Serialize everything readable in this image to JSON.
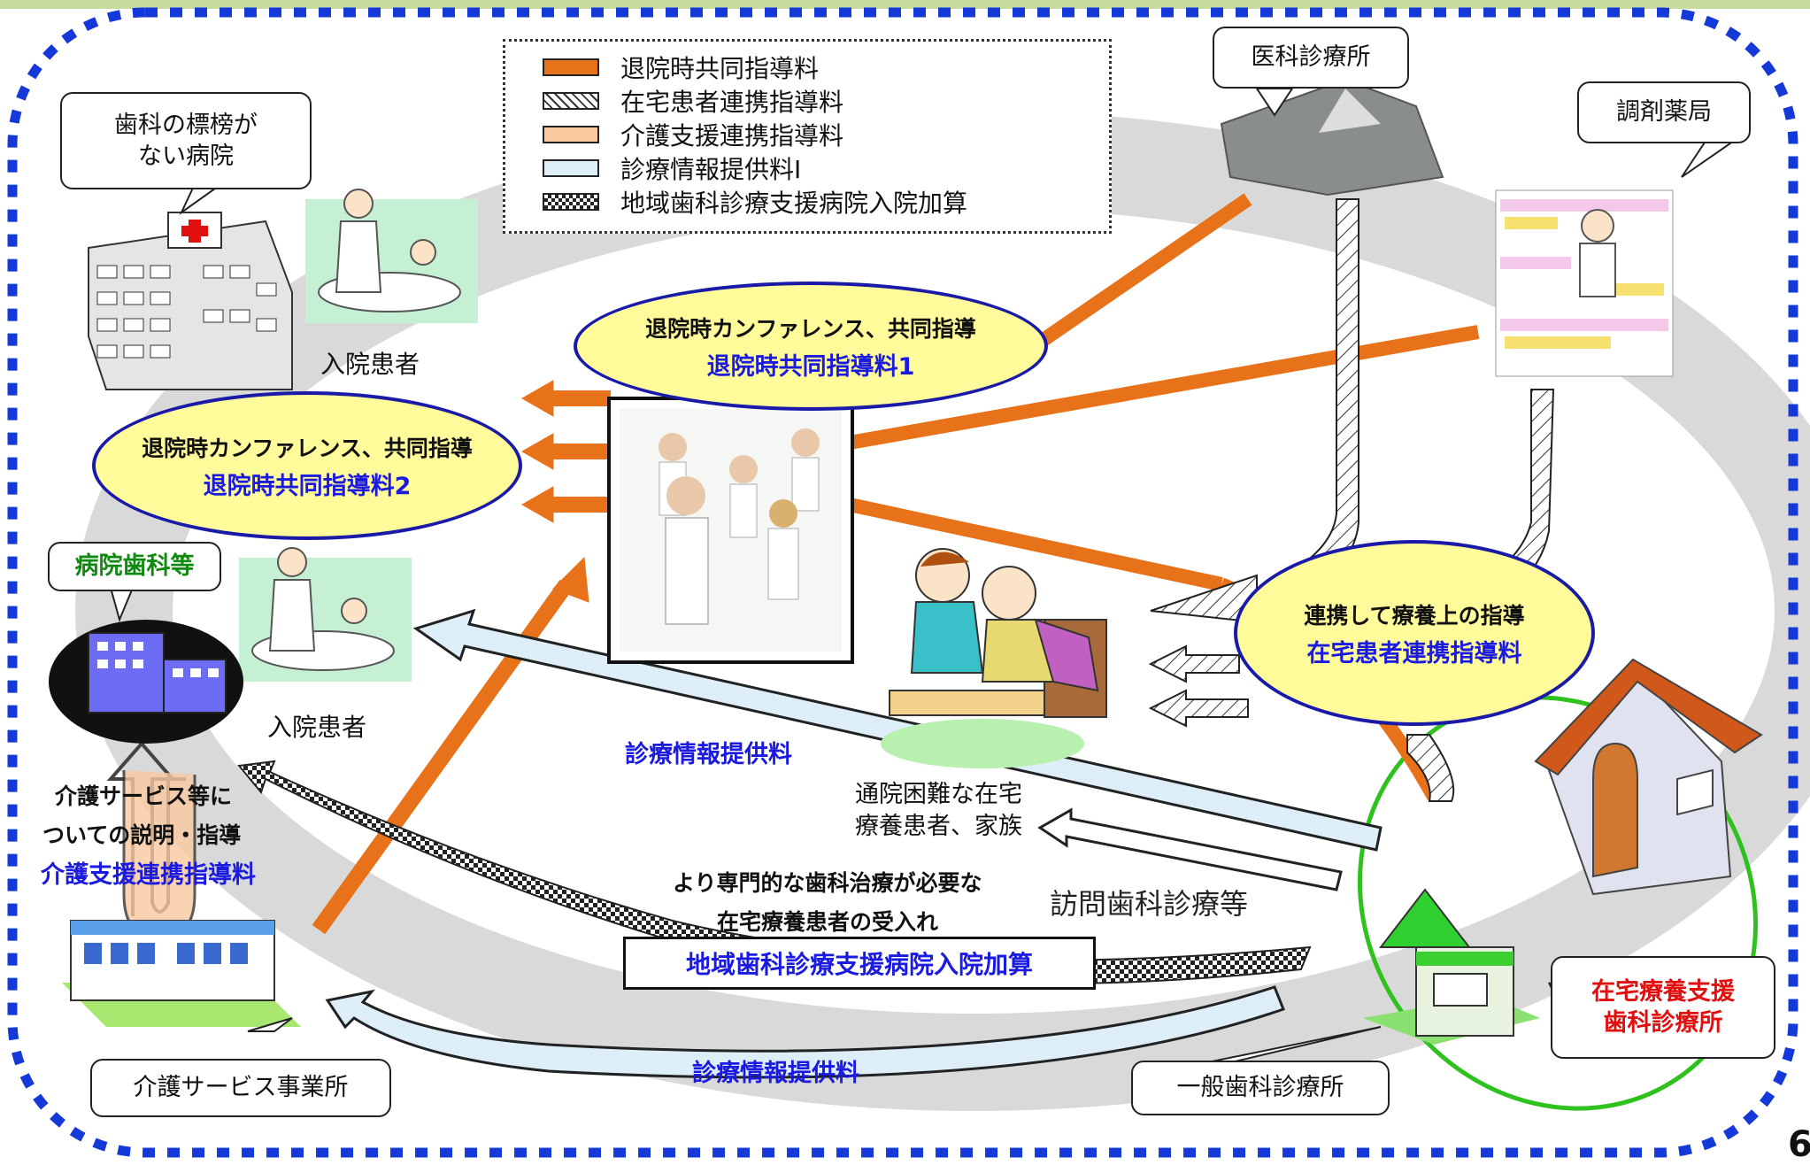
{
  "legend": {
    "items": [
      {
        "label": "退院時共同指導料",
        "color": "#e8721a",
        "pattern": "solid"
      },
      {
        "label": "在宅患者連携指導料",
        "color": "#ffffff",
        "pattern": "hatch"
      },
      {
        "label": "介護支援連携指導料",
        "color": "#f9c9a0",
        "pattern": "solid"
      },
      {
        "label": "診療情報提供料Ⅰ",
        "color": "#ddeef8",
        "pattern": "solid"
      },
      {
        "label": "地域歯科診療支援病院入院加算",
        "color": "#222222",
        "pattern": "checker"
      }
    ]
  },
  "callouts": {
    "hospital_no_dental": "歯科の標榜が\nない病院",
    "medical_clinic": "医科診療所",
    "pharmacy": "調剤薬局",
    "hospital_dental": "病院歯科等",
    "care_office": "介護サービス事業所",
    "general_dental": "一般歯科診療所",
    "home_support_dental": "在宅療養支援\n歯科診療所"
  },
  "ovals": {
    "conference1": {
      "line1": "退院時カンファレンス、共同指導",
      "line2": "退院時共同指導料1"
    },
    "conference2": {
      "line1": "退院時カンファレンス、共同指導",
      "line2": "退院時共同指導料2"
    },
    "home_coordination": {
      "line1": "連携して療養上の指導",
      "line2": "在宅患者連携指導料"
    }
  },
  "labels": {
    "inpatient_top": "入院患者",
    "inpatient_mid": "入院患者",
    "home_patient": "通院困難な在宅\n療養患者、家族",
    "visit_dental": "訪問歯科診療等",
    "care_explain_1": "介護サービス等に",
    "care_explain_2": "ついての説明・指導",
    "care_fee": "介護支援連携指導料",
    "info_fee_mid": "診療情報提供料",
    "info_fee_bottom": "診療情報提供料",
    "specialized_1": "より専門的な歯科治療が必要な",
    "specialized_2": "在宅療養患者の受入れ",
    "regional_fee": "地域歯科診療支援病院入院加算",
    "page_number": "6"
  },
  "colors": {
    "orange": "#e8721a",
    "blue_text": "#1a1ae0",
    "border_blue": "#1538d8",
    "green_ring": "#2fc21f",
    "red_text": "#e01010",
    "green_text": "#108a10"
  }
}
